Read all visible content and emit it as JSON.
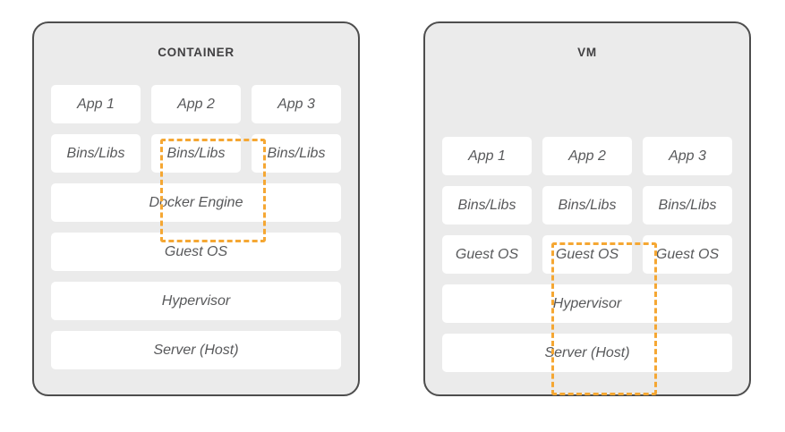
{
  "diagram": {
    "panels": [
      {
        "id": "container",
        "title": "CONTAINER",
        "rows": [
          {
            "cells": [
              "App 1",
              "App 2",
              "App 3"
            ]
          },
          {
            "cells": [
              "Bins/Libs",
              "Bins/Libs",
              "Bins/Libs"
            ]
          },
          {
            "cells": [
              "Docker Engine"
            ]
          },
          {
            "cells": [
              "Guest OS"
            ]
          },
          {
            "cells": [
              "Hypervisor"
            ]
          },
          {
            "cells": [
              "Server (Host)"
            ]
          }
        ],
        "highlight": {
          "column": 1,
          "row_start": 0,
          "row_end": 1
        }
      },
      {
        "id": "vm",
        "title": "VM",
        "rows": [
          {
            "cells": [
              "App 1",
              "App 2",
              "App 3"
            ]
          },
          {
            "cells": [
              "Bins/Libs",
              "Bins/Libs",
              "Bins/Libs"
            ]
          },
          {
            "cells": [
              "Guest OS",
              "Guest OS",
              "Guest OS"
            ]
          },
          {
            "cells": [
              "Hypervisor"
            ]
          },
          {
            "cells": [
              "Server (Host)"
            ]
          }
        ],
        "highlight": {
          "column": 1,
          "row_start": 0,
          "row_end": 2
        }
      }
    ],
    "colors": {
      "page_background": "#ffffff",
      "panel_background": "#ebebeb",
      "panel_border": "#4d4d4d",
      "cell_background": "#ffffff",
      "cell_text": "#58595b",
      "title_text": "#414042",
      "highlight_dashed": "#f5a733"
    }
  }
}
